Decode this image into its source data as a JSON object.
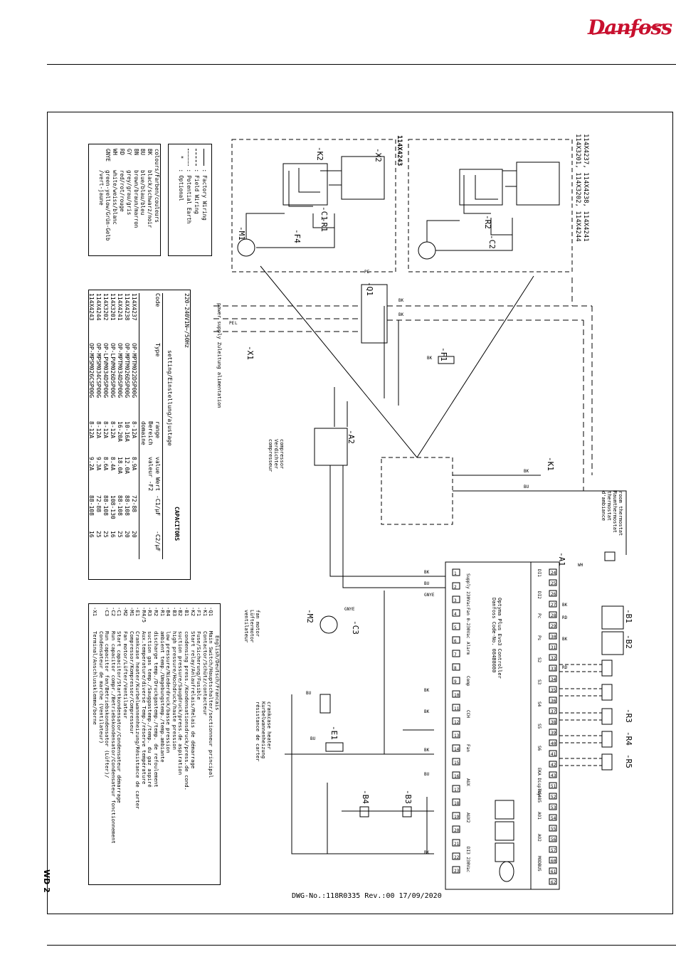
{
  "brand": {
    "name": "Danfoss",
    "color": "#c8102e"
  },
  "drawing": {
    "number": "DWG-No.:118R0335  Rev.:00 17/09/2020",
    "sheet": "WD 2"
  },
  "legend": {
    "wiring": [
      {
        "symbol": "solid",
        "label": ": Factory Wiring"
      },
      {
        "symbol": "dashed",
        "label": ": Field Wiring"
      },
      {
        "symbol": "dashdot",
        "label": ": Potential Earth"
      },
      {
        "symbol": "*",
        "label": ": Optional"
      }
    ],
    "colours_title": "colours/Farben/couleurs",
    "colours": [
      {
        "code": "BK",
        "name": "black/schwarz/noir"
      },
      {
        "code": "BU",
        "name": "blue/blau/bleu"
      },
      {
        "code": "BN",
        "name": "brown/braun/marron"
      },
      {
        "code": "GY",
        "name": "grey/grau/gris"
      },
      {
        "code": "RD",
        "name": "red/rot/rouge"
      },
      {
        "code": "WH",
        "name": "white/weiss/blanc"
      },
      {
        "code": "GNYE",
        "name": "green-yellow/Grün-Gelb"
      },
      {
        "code": "",
        "name": "/vert-jaune"
      }
    ]
  },
  "settings_table": {
    "heading": "setting/Einstellung/ajustage",
    "supply": "220-240V1N~/50Hz",
    "col_code": "Code",
    "col_type": "Type",
    "col_range": "range Bereich domaine",
    "col_value": "value Wert valeur -F2",
    "capacitors": "CAPACITORS",
    "col_c1": "-C1/µF",
    "col_c2": "-C2/µF",
    "rows": [
      {
        "code": "114X4237",
        "type": "OP-MPTM022DSP00G",
        "range": "8-12A",
        "value": "8.9A",
        "c1": "72-88",
        "c2": "20"
      },
      {
        "code": "114X4238",
        "type": "OP-MPTM026DSP00G",
        "range": "10-16A",
        "value": "12.0A",
        "c1": "88-108",
        "c2": "20"
      },
      {
        "code": "114X4241",
        "type": "OP-MPTM034DSP00G",
        "range": "16-20A",
        "value": "18.0A",
        "c1": "88-108",
        "c2": "25"
      },
      {
        "code": "114X3201",
        "type": "OP-LPVM026DSP00G",
        "range": "8-12A",
        "value": "8.4A",
        "c1": "108-130",
        "c2": "16"
      },
      {
        "code": "114X3202",
        "type": "OP-LPVM034DSP00G",
        "range": "8-12A",
        "value": "8.6A",
        "c1": "88-108",
        "c2": "25"
      },
      {
        "code": "114X4244",
        "type": "OP-MPSM034CSP00G",
        "range": "8-12A",
        "value": "9.3A",
        "c1": "72-88",
        "c2": "25"
      },
      {
        "code": "114X4243",
        "type": "OP-MPSM026CSP00G",
        "range": "8-12A",
        "value": "9.2A",
        "c1": "88-108",
        "c2": "16"
      }
    ]
  },
  "components_table": {
    "heading": "English/Deutsch/Francais",
    "items": [
      {
        "ref": "-Q1",
        "desc": "Main Switch/Hauptschalter/sectionneur principal"
      },
      {
        "ref": "-K1",
        "desc": "Contactor/Schütz/contacteur"
      },
      {
        "ref": "-F1",
        "desc": "Fuse/Sicherung/Fusible"
      },
      {
        "ref": "-K2",
        "desc": "Start relay/Anlaufrelais/Relais de démarrage"
      },
      {
        "ref": "-B1",
        "desc": "condensing press./Kondensationsdruck/press.de cond."
      },
      {
        "ref": "-B2",
        "desc": "suction pressure/Saugdruck/press.de aspiration"
      },
      {
        "ref": "-B3",
        "desc": "high pressure/Hochdruck/haute pression"
      },
      {
        "ref": "-B4",
        "desc": "low pressure/Niederdruck/basse pression"
      },
      {
        "ref": "-R1",
        "desc": "ambient temp./Umgebungstemp./temp.ambiante"
      },
      {
        "ref": "-R2",
        "desc": "discharge temp./Druckgastemp./temp. de refoulement"
      },
      {
        "ref": "-R3",
        "desc": "suction gas temp./Sauggastemp./temp. du gaz aspiré"
      },
      {
        "ref": "-R4/5",
        "desc": "Aux.temperature/diverse Temp./réserve température"
      },
      {
        "ref": "-E1",
        "desc": "Crankcase heater/Kurbelwannenheizung/Résistance de carter"
      },
      {
        "ref": "-M1",
        "desc": "Compressor/Kompressor/Compresseur"
      },
      {
        "ref": "-M2",
        "desc": "Fan motor/Lüfter/Ventilateur"
      },
      {
        "ref": "-C1",
        "desc": "Start capacitor/Startkondensator/Condensateur démarrage"
      },
      {
        "ref": "-C2",
        "desc": "Run capacitor compr./Betriebskondensator/Condensateur fonctionnement"
      },
      {
        "ref": "-C3",
        "desc": "Run capacitor fan/Betriebskondensator (Lüfter)/"
      },
      {
        "ref": "",
        "desc": "Condensateur de marche (Ventilateur)"
      },
      {
        "ref": "-X1",
        "desc": "Terminal/Anschlussklemme/borne"
      }
    ]
  },
  "variants": {
    "left_header": "114X4243",
    "right_header_1": "114X4237, 114X4238, 114X4241",
    "right_header_2": "114X3201, 114X3202, 114X4244"
  },
  "controller": {
    "title": "Optyma Plus Evo3 Controller",
    "code": "Danfoss Code-No. 084B8080",
    "sections": [
      "Supply 230Vac",
      "Fan 0-230Vac",
      "Alarm",
      "Comp",
      "CCH",
      "Fan",
      "AUX",
      "AUX2",
      "DI3 230Vac"
    ],
    "left_terminals": [
      "1",
      "2",
      "3",
      "4",
      "5",
      "6",
      "7",
      "8",
      "9",
      "10",
      "11",
      "12",
      "13",
      "14",
      "15",
      "16",
      "17",
      "18",
      "19",
      "20",
      "21",
      "22",
      "23"
    ],
    "right_labels": [
      "DI1",
      "DI2",
      "Pc",
      "Ps",
      "S2",
      "S3",
      "S4",
      "S5",
      "S6",
      "EKA Display",
      "RS485",
      "AO1",
      "AO2",
      "MODBUS"
    ],
    "right_terminals": [
      "24",
      "25",
      "26",
      "27",
      "28",
      "29",
      "30",
      "31",
      "32",
      "33",
      "34",
      "35",
      "36",
      "37",
      "38",
      "39",
      "40",
      "41",
      "42",
      "43",
      "51",
      "52",
      "53",
      "54",
      "55",
      "56",
      "57",
      "60",
      "61",
      "62"
    ]
  },
  "labels": {
    "power_supply": "power supply Zuleitung alimentation",
    "compressor": "compressor Verdichter compresseur",
    "fan_motor": "fan motor Lüftermotor ventilateur",
    "crankcase": "crankcase heater Kurbelwannenheizung résistance de carter",
    "room_thermostat": "room thermostat Raumthermostat thermostat d'ambiance",
    "devices": [
      "-Q1",
      "-F1",
      "-K1",
      "-A1",
      "-A2",
      "-X1",
      "-X2",
      "-K2",
      "-M1",
      "-M2",
      "-F4",
      "-R1",
      "-R2",
      "-C1",
      "-C2",
      "-C3",
      "-E1",
      "-B1",
      "-B2",
      "-B3",
      "-B4",
      "-R3",
      "-R4",
      "-R5"
    ],
    "wires": [
      "BN",
      "BU",
      "BK",
      "RD",
      "WH",
      "GNYE",
      "PE",
      "L",
      "N"
    ]
  }
}
